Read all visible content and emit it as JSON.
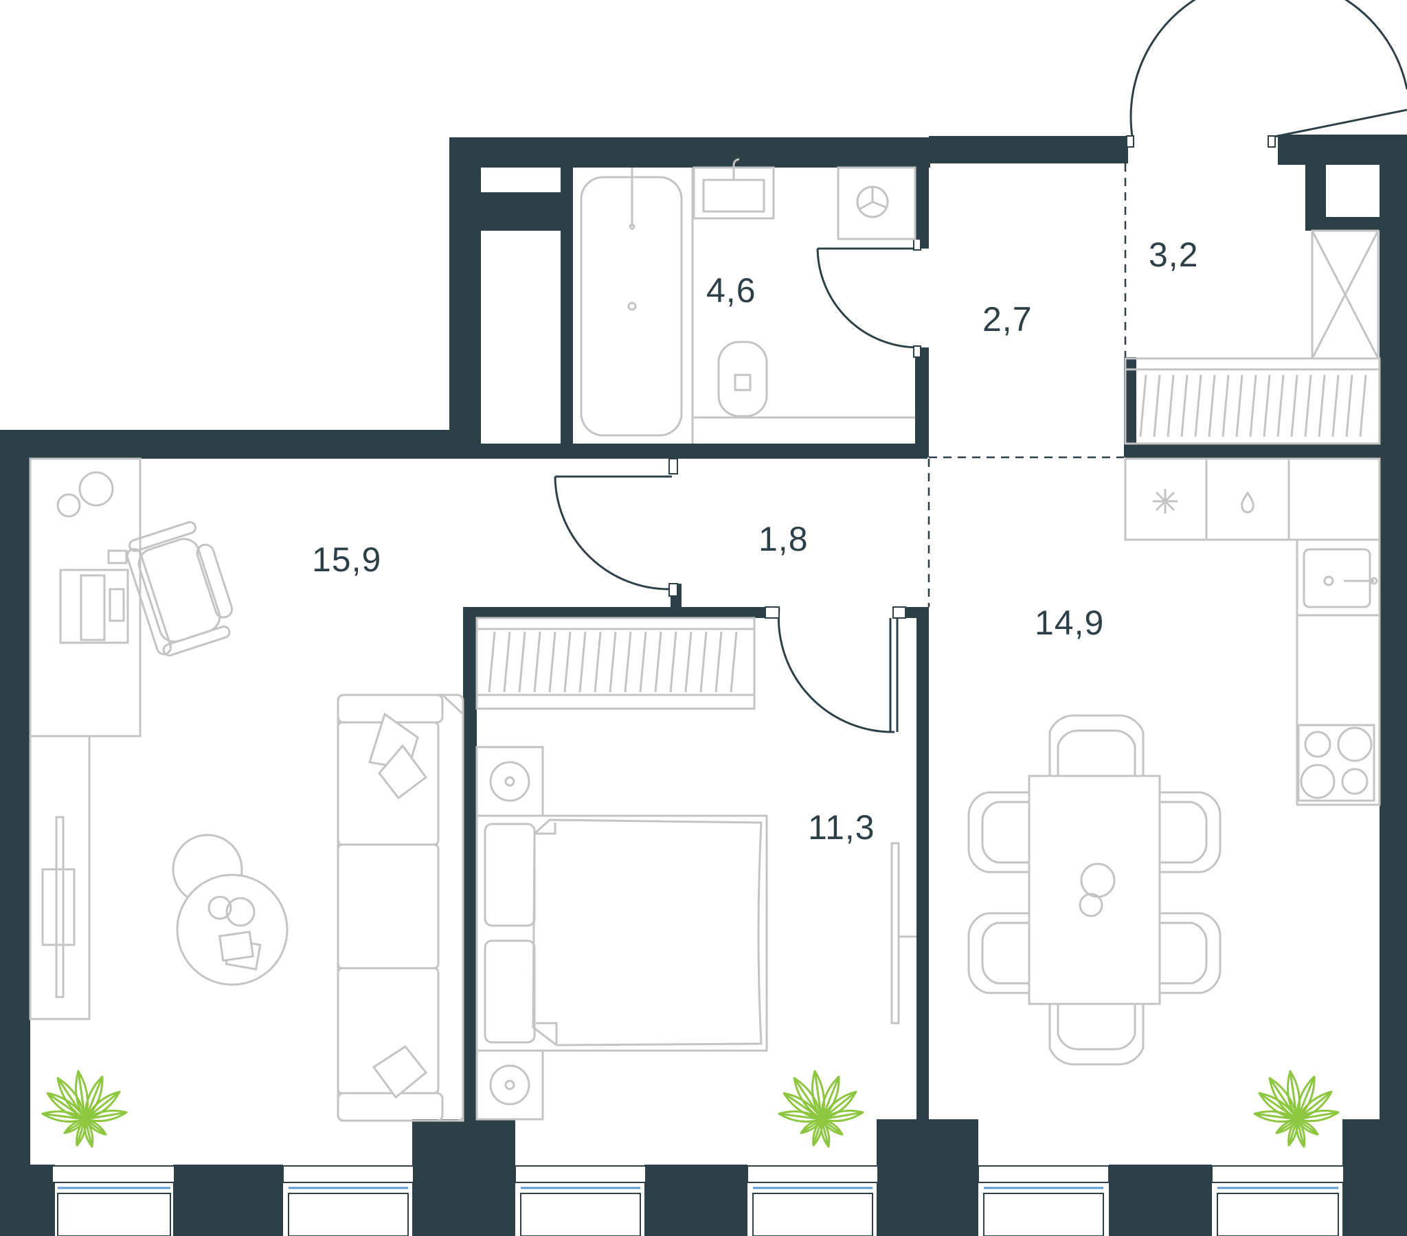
{
  "rooms": [
    {
      "id": "living",
      "area": "15,9"
    },
    {
      "id": "corridor",
      "area": "1,8"
    },
    {
      "id": "bathroom",
      "area": "4,6"
    },
    {
      "id": "hall",
      "area": "2,7"
    },
    {
      "id": "balcony",
      "area": "3,2"
    },
    {
      "id": "kitchen",
      "area": "14,9"
    },
    {
      "id": "bedroom",
      "area": "11,3"
    }
  ],
  "colors": {
    "wall": "#2d3f47",
    "furniture": "#c4c4c4",
    "plant": "#8dc63f",
    "glass": "#5b9bd5",
    "background": "#ffffff"
  }
}
